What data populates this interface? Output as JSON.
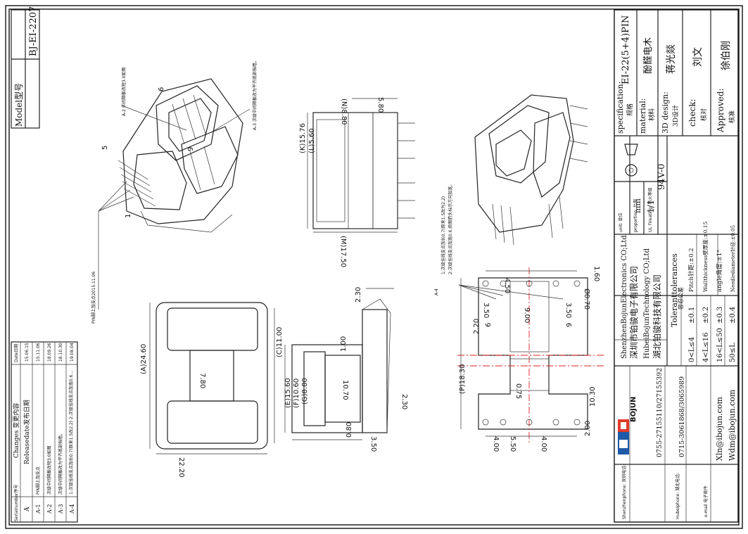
{
  "model": {
    "label": "Model型号",
    "value": "BJ-EI-2207"
  },
  "changes": {
    "col_serial": "Serialnumber序号",
    "col_changes": "Changes 变更内容",
    "col_date": "Date日期",
    "rows": [
      {
        "serial": "A",
        "change": "Releasedate发布日期",
        "date": "15.06.15"
      },
      {
        "serial": "A-1",
        "change": "PIN脚上加支点",
        "date": "15.11.06"
      },
      {
        "serial": "A-2",
        "change": "次级中间隔板改短3.0如图",
        "date": "18.09.26"
      },
      {
        "serial": "A-3",
        "change": "次级中间隔板改为平齐底部挡墙。",
        "date": "18.10.30"
      },
      {
        "serial": "A-4",
        "change": "1:次级挂线支点加长0.7(原来1.5改2.2) 2:次级挂线支点加宽0.6...",
        "date": "19.08.04"
      }
    ]
  },
  "notes": {
    "pin_note": "PIN脚上加支点2015.11.06",
    "a2_note": "A-2 中间隔板改短3.0如图",
    "a3_note": "A-3 次级中间隔板改为平齐底部挡墙。",
    "a4_title": "A-4",
    "a4_line1": "1:次级挂线支点加长0.7(原来1.5改为2.2)",
    "a4_line2": "2:次级挂线支点加宽0.6,依图箭头标示方向加宽。",
    "pin_labels": {
      "p1": "1",
      "p5": "5",
      "p6": "6",
      "p9": "9"
    }
  },
  "dims": {
    "d_11_00": "(C)11.00",
    "d_24_60": "(A)24.60",
    "d_7_80": "7.80",
    "d_22_20": "22.20",
    "d_2_30_top": "2.30",
    "d_15_60": "(E)15.60",
    "d_10_60": "(F)10.60",
    "d_8_80": "(G)8.80",
    "d_1_00": "1.00",
    "d_10_70": "10.70",
    "d_0_80": "0.80",
    "d_3_50": "3.50",
    "d_2_30_right": "2.30",
    "d_8_80_top": "(N)8.80",
    "d_5_80": "5.80",
    "d_15_76": "(K)15.76",
    "d_5_60": "(L)5.60",
    "d_17_50": "(M)17.50",
    "d_4_50": "4.50",
    "d_9_00": "9.00",
    "d_3_50a": "3.50",
    "d_3_50b": "3.50",
    "d_0_70": "Ø0.70",
    "d_1_60": "1.60",
    "d_2_20": "2.20",
    "d_18_30": "(P)18.30",
    "d_0_75": "0.75",
    "d_10_30": "10.30",
    "d_2_00": "2.00",
    "d_4_00a": "4.00",
    "d_5_50": "5.50",
    "d_4_00b": "4.00"
  },
  "company": {
    "shenzhen_en": "ShenzhenBojunElectronics CO;Ltd",
    "shenzhen_cn": "深圳市铂骏电子有限公司",
    "hubei_en": "HubeiBojunTechnology CO;Ltd",
    "hubei_cn": "湖北铂骏科技有限公司",
    "logo_text": "BOJUN",
    "sz_phone_label": "Shenzhenphone: 深圳电话:",
    "sz_phone": "0755-27155110/27155392",
    "hb_phone_label": "Hubeiphone: 湖北电话:",
    "hb_phone": "0715-3061868/3065989",
    "email_label": "e-mail 电子邮件",
    "email1": "Xln@ibojun.com",
    "email2": "Wdm@ibojun.com"
  },
  "tolerances": {
    "title": "Toleranttolerances",
    "subtitle": "容忍公差",
    "rows": [
      {
        "range": "0<L≤4",
        "tol": "±0.1"
      },
      {
        "range": "4<L≤16",
        "tol": "±0.2"
      },
      {
        "range": "16<L≤50",
        "tol": "±0.3"
      },
      {
        "range": "50≤L",
        "tol": "±0.4"
      }
    ],
    "pitch": "Pitch针距:±0.2",
    "wall": "Wallthickness壁厚度:±0.15",
    "angle": "angle角度:±1°",
    "needle": "Needlediameter针径:±0.05"
  },
  "params": {
    "unit_label": "unit: 单位",
    "unit_value": "mm",
    "proportion_label": "proportion: 比例",
    "proportion_value": "1/1",
    "ul_label": "UL Fireating: 防火等级",
    "ul_value": "94V-0"
  },
  "titleblock": {
    "spec_label": "specification:",
    "spec_cn": "规格",
    "spec_value": "EI-22(5+4)PIN",
    "material_label": "material:",
    "material_cn": "材料",
    "material_value": "酚醛电木",
    "design_label": "3D design:",
    "design_cn": "3D设计",
    "design_value": "蒋光燚",
    "check_label": "check:",
    "check_cn": "核对",
    "check_value": "刘文",
    "approved_label": "Approved:",
    "approved_cn": "核准",
    "approved_value": "徐伯刚"
  }
}
